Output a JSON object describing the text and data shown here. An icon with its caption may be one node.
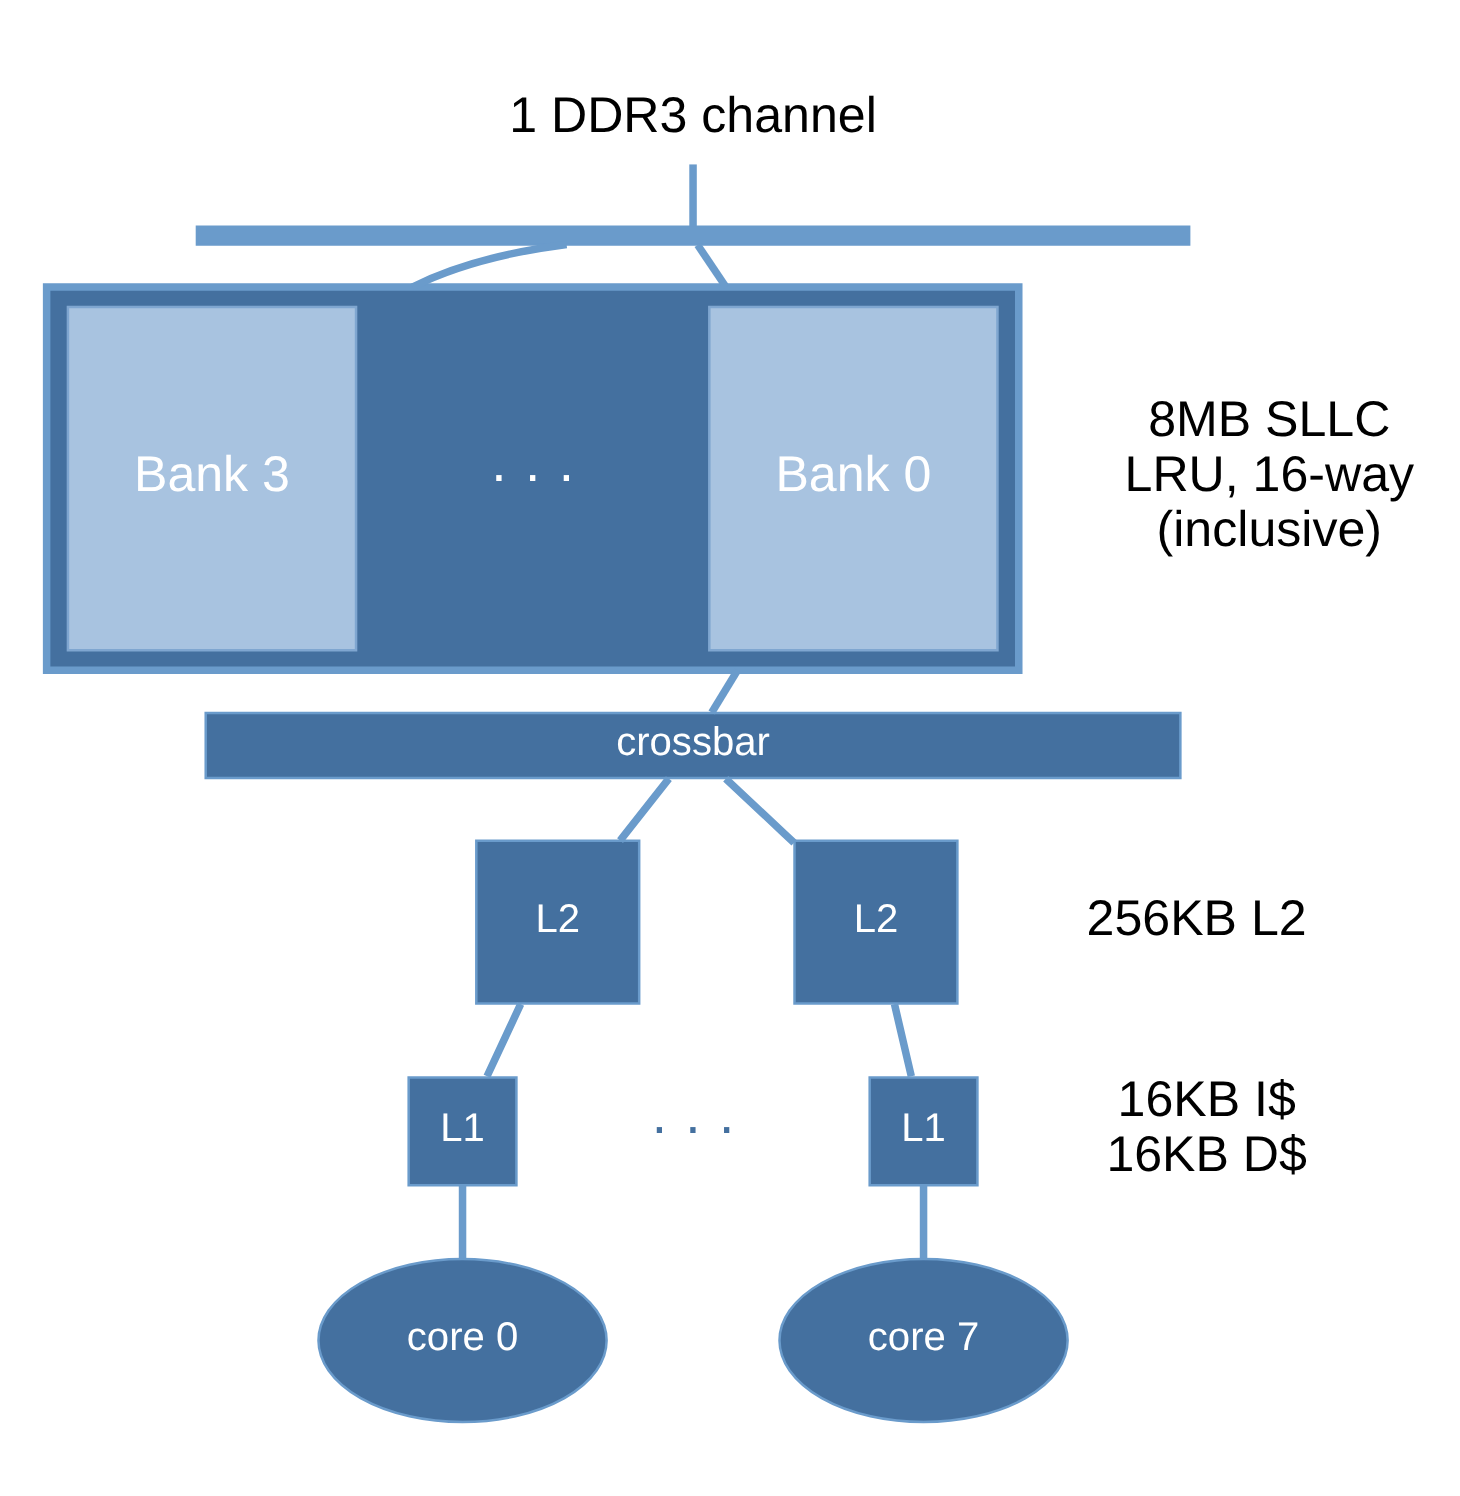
{
  "diagram": {
    "nodes": [
      {
        "text": [
          "1 DDR3 channel"
        ]
      },
      {
        "text": [],
        "shape": "bar"
      },
      {
        "text": [],
        "shape": "box",
        "beside": [
          "8MB SLLC",
          "LRU, 16-way",
          "(inclusive)"
        ]
      },
      {
        "text": [
          "Bank 0"
        ],
        "in": 2
      },
      {
        "text": [
          "Bank 3"
        ],
        "in": 2
      },
      {
        "text": [
          "crossbar"
        ]
      },
      {
        "text": [
          "L2"
        ]
      },
      {
        "text": [
          "L2"
        ],
        "beside": [
          "256KB L2"
        ]
      },
      {
        "text": [
          "L1"
        ]
      },
      {
        "text": [
          "L1"
        ],
        "beside": [
          "16KB I$",
          "16KB D$"
        ]
      },
      {
        "text": [
          "core 0"
        ]
      },
      {
        "text": [
          "core 7"
        ]
      }
    ],
    "edges": [
      {
        "from": 0,
        "to": 1,
        "arrow": "none"
      },
      {
        "from": 1,
        "to": 2,
        "arrow": "none"
      },
      {
        "from": 1,
        "to": 2,
        "arrow": "none"
      },
      {
        "from": 2,
        "to": 5,
        "arrow": "none"
      },
      {
        "from": 5,
        "to": 6,
        "arrow": "none"
      },
      {
        "from": 5,
        "to": 7,
        "arrow": "none"
      },
      {
        "from": 6,
        "to": 8,
        "arrow": "none"
      },
      {
        "from": 7,
        "to": 9,
        "arrow": "none"
      },
      {
        "from": 8,
        "to": 10,
        "arrow": "none"
      },
      {
        "from": 9,
        "to": 11,
        "arrow": "none"
      }
    ],
    "labels": [
      "· · ·",
      "· · ·"
    ]
  }
}
